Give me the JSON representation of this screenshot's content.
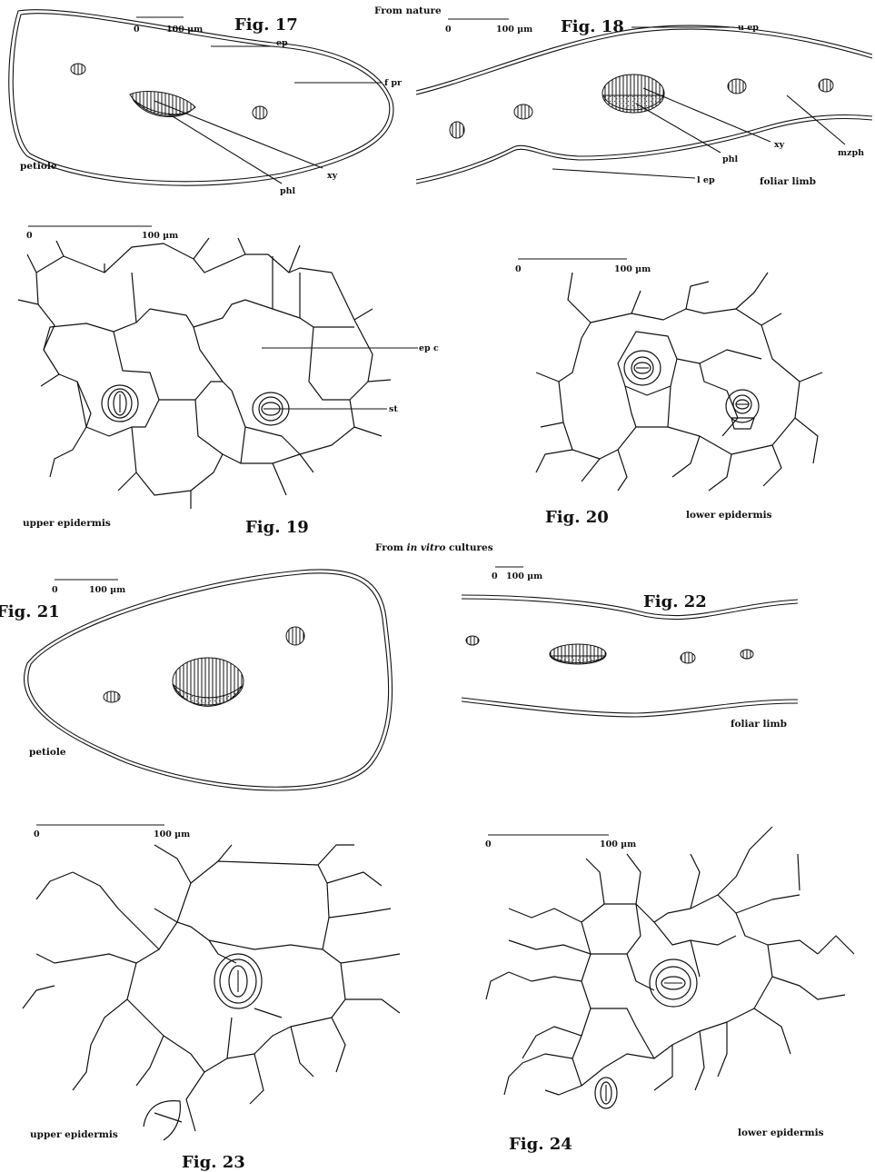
{
  "headers": {
    "nature": "From nature",
    "vitro_prefix": "From ",
    "vitro_italic": "in vitro",
    "vitro_suffix": " cultures"
  },
  "scale": {
    "zero": "0",
    "unit": "100 µm"
  },
  "figures": {
    "f17": {
      "title": "Fig. 17",
      "caption": "petiole",
      "labels": {
        "ep": "ep",
        "fpr": "f pr",
        "xy": "xy",
        "phl": "phl"
      }
    },
    "f18": {
      "title": "Fig. 18",
      "caption": "foliar limb",
      "labels": {
        "uep": "u ep",
        "xy": "xy",
        "mzph": "mzph",
        "phl": "phl",
        "lep": "l ep"
      }
    },
    "f19": {
      "title": "Fig. 19",
      "caption": "upper epidermis",
      "labels": {
        "epc": "ep c",
        "st": "st"
      }
    },
    "f20": {
      "title": "Fig. 20",
      "caption": "lower epidermis"
    },
    "f21": {
      "title": "Fig. 21",
      "caption": "petiole"
    },
    "f22": {
      "title": "Fig. 22",
      "caption": "foliar limb"
    },
    "f23": {
      "title": "Fig. 23",
      "caption": "upper epidermis"
    },
    "f24": {
      "title": "Fig. 24",
      "caption": "lower epidermis"
    }
  }
}
